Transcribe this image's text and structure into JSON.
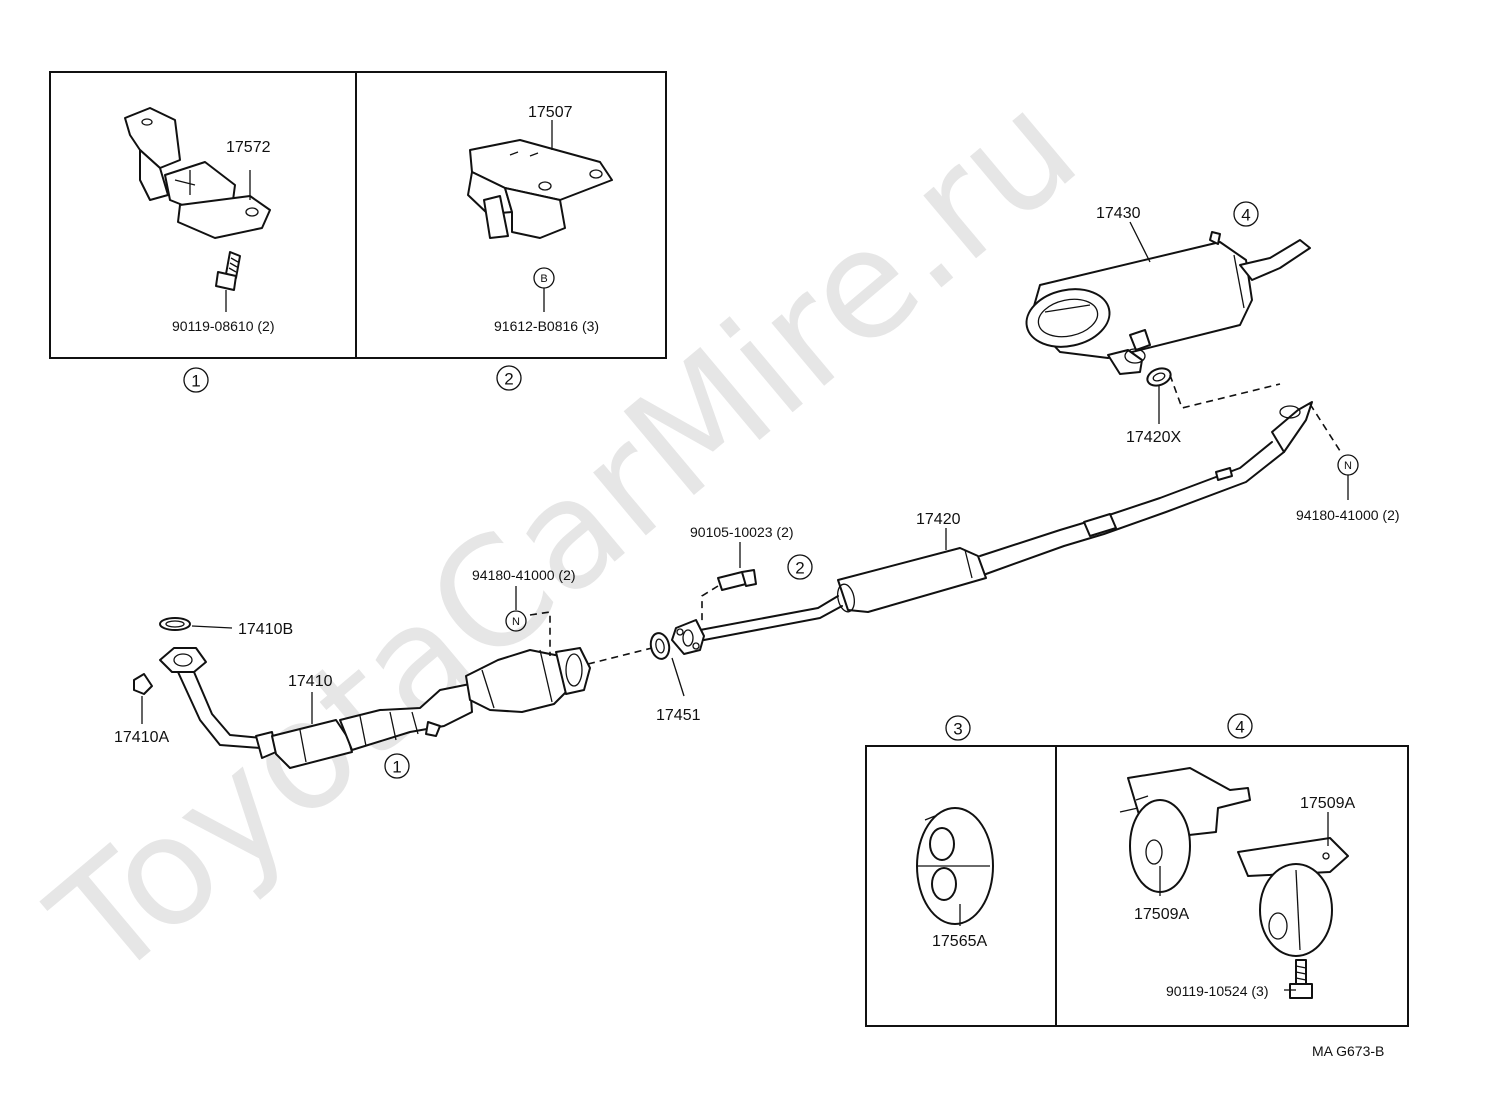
{
  "watermark": "ToyotaCarMire.ru",
  "footer_code": "MA  G673-B",
  "detail_boxes": {
    "box1": {
      "marker": "1",
      "part": "17572",
      "bolt": "90119-08610 (2)"
    },
    "box2": {
      "marker": "2",
      "part": "17507",
      "bolt_marker": "B",
      "bolt": "91612-B0816 (3)"
    },
    "box3": {
      "marker": "3",
      "part": "17565A"
    },
    "box4": {
      "marker": "4",
      "part_left": "17509A",
      "part_right": "17509A",
      "bolt": "90119-10524 (3)"
    }
  },
  "main_parts": {
    "front_pipe": "17410",
    "front_gasket": "17410B",
    "front_clip": "17410A",
    "catalyst_marker": "1",
    "nut_marker": "N",
    "nut_front": "94180-41000 (2)",
    "ring_gasket": "17451",
    "center_bolt": "90105-10023 (2)",
    "center_marker": "2",
    "center_pipe": "17420",
    "tail_muffler": "17430",
    "tail_marker": "4",
    "tail_gasket": "17420X",
    "nut_rear": "94180-41000 (2)"
  },
  "colors": {
    "line": "#111111",
    "watermark": "#e6e6e6",
    "background": "#ffffff"
  }
}
